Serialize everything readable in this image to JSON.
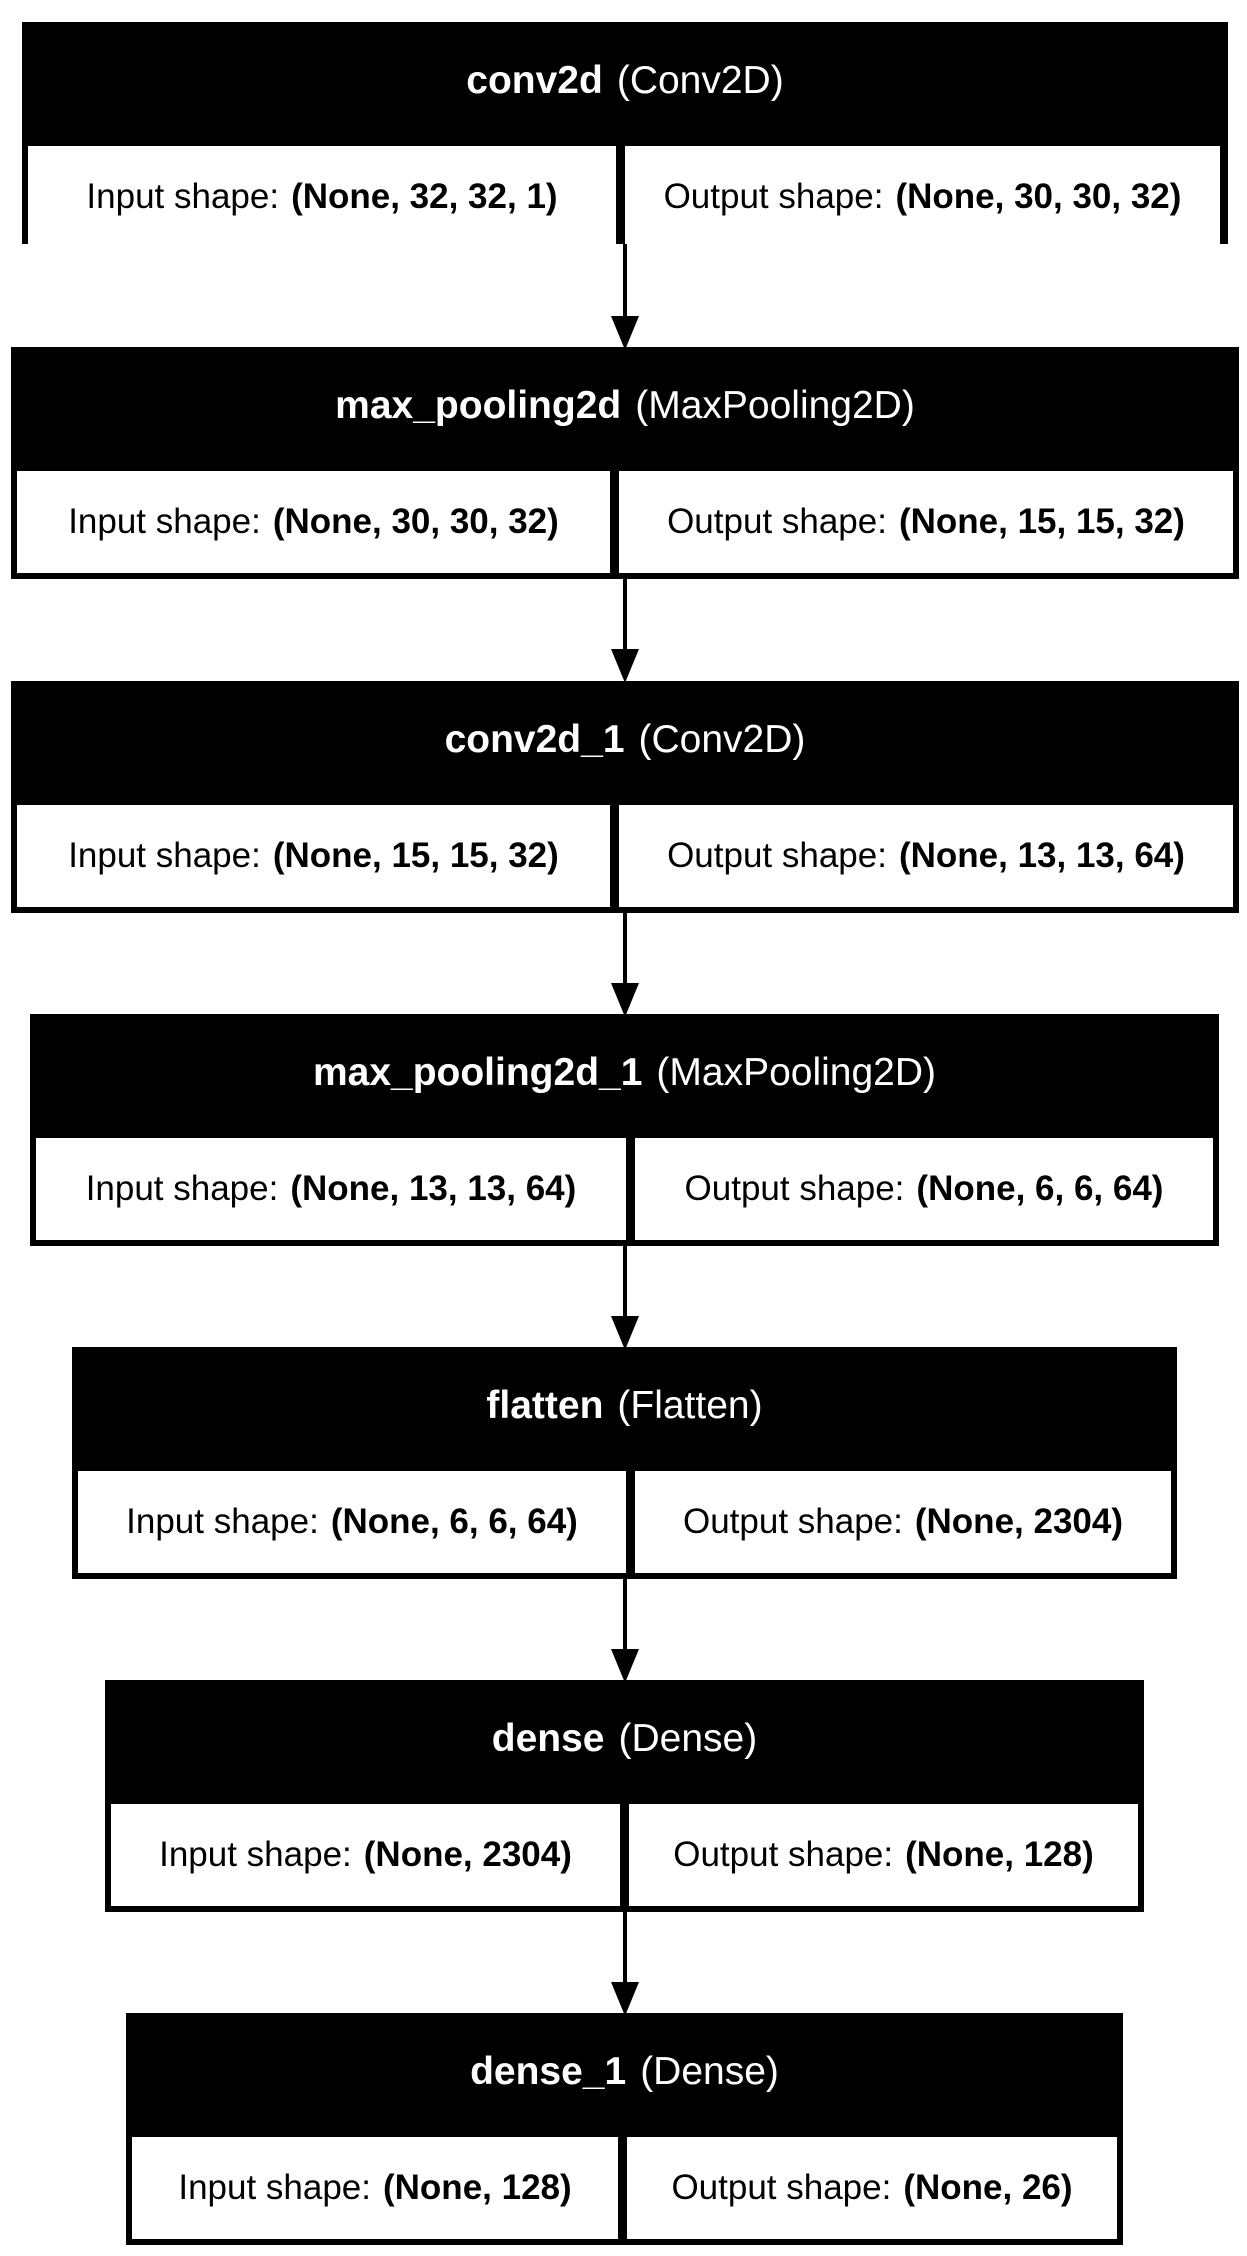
{
  "labels": {
    "input": "Input shape:",
    "output": "Output shape:"
  },
  "layers": [
    {
      "name": "conv2d",
      "type": "(Conv2D)",
      "input_shape": "(None, 32, 32, 1)",
      "output_shape": "(None, 30, 30, 32)"
    },
    {
      "name": "max_pooling2d",
      "type": "(MaxPooling2D)",
      "input_shape": "(None, 30, 30, 32)",
      "output_shape": "(None, 15, 15, 32)"
    },
    {
      "name": "conv2d_1",
      "type": "(Conv2D)",
      "input_shape": "(None, 15, 15, 32)",
      "output_shape": "(None, 13, 13, 64)"
    },
    {
      "name": "max_pooling2d_1",
      "type": "(MaxPooling2D)",
      "input_shape": "(None, 13, 13, 64)",
      "output_shape": "(None, 6, 6, 64)"
    },
    {
      "name": "flatten",
      "type": "(Flatten)",
      "input_shape": "(None, 6, 6, 64)",
      "output_shape": "(None, 2304)"
    },
    {
      "name": "dense",
      "type": "(Dense)",
      "input_shape": "(None, 2304)",
      "output_shape": "(None, 128)"
    },
    {
      "name": "dense_1",
      "type": "(Dense)",
      "input_shape": "(None, 128)",
      "output_shape": "(None, 26)"
    }
  ]
}
